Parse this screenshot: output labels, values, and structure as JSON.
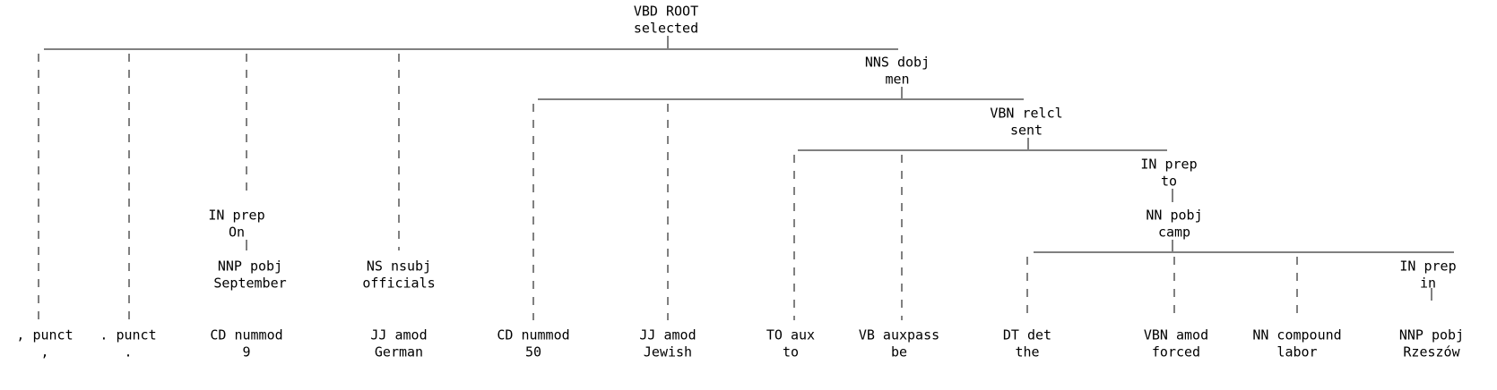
{
  "diagram": {
    "kind": "dependency-parse-tree",
    "colors": {
      "text": "#000000",
      "lines": "#000000",
      "background": "#ffffff"
    },
    "nodes": [
      {
        "id": "root",
        "tag": "VBD ROOT",
        "word": "selected"
      },
      {
        "id": "men",
        "tag": "NNS dobj",
        "word": "men"
      },
      {
        "id": "sent",
        "tag": "VBN relcl",
        "word": "sent"
      },
      {
        "id": "to-prep",
        "tag": "IN prep",
        "word": "to"
      },
      {
        "id": "camp",
        "tag": "NN pobj",
        "word": "camp"
      },
      {
        "id": "in-prep",
        "tag": "IN prep",
        "word": "in"
      },
      {
        "id": "on-prep",
        "tag": "IN prep",
        "word": "On"
      },
      {
        "id": "september",
        "tag": "NNP pobj",
        "word": "September"
      },
      {
        "id": "officials",
        "tag": "NS nsubj",
        "word": "officials"
      },
      {
        "id": "punct-comma",
        "tag": ", punct",
        "word": ","
      },
      {
        "id": "punct-period",
        "tag": ". punct",
        "word": "."
      },
      {
        "id": "nine",
        "tag": "CD nummod",
        "word": "9"
      },
      {
        "id": "german",
        "tag": "JJ amod",
        "word": "German"
      },
      {
        "id": "fifty",
        "tag": "CD nummod",
        "word": "50"
      },
      {
        "id": "jewish",
        "tag": "JJ amod",
        "word": "Jewish"
      },
      {
        "id": "to-aux",
        "tag": "TO aux",
        "word": "to"
      },
      {
        "id": "be",
        "tag": "VB auxpass",
        "word": "be"
      },
      {
        "id": "the",
        "tag": "DT det",
        "word": "the"
      },
      {
        "id": "forced",
        "tag": "VBN amod",
        "word": "forced"
      },
      {
        "id": "labor",
        "tag": "NN compound",
        "word": "labor"
      },
      {
        "id": "rzeszow",
        "tag": "NNP pobj",
        "word": "Rzeszów"
      }
    ],
    "edges": [
      {
        "from": "root",
        "to": "punct-comma"
      },
      {
        "from": "root",
        "to": "punct-period"
      },
      {
        "from": "root",
        "to": "on-prep"
      },
      {
        "from": "on-prep",
        "to": "september"
      },
      {
        "from": "september",
        "to": "nine"
      },
      {
        "from": "root",
        "to": "officials"
      },
      {
        "from": "officials",
        "to": "german"
      },
      {
        "from": "root",
        "to": "men"
      },
      {
        "from": "men",
        "to": "fifty"
      },
      {
        "from": "men",
        "to": "jewish"
      },
      {
        "from": "men",
        "to": "sent"
      },
      {
        "from": "sent",
        "to": "to-aux"
      },
      {
        "from": "sent",
        "to": "be"
      },
      {
        "from": "sent",
        "to": "to-prep"
      },
      {
        "from": "to-prep",
        "to": "camp"
      },
      {
        "from": "camp",
        "to": "the"
      },
      {
        "from": "camp",
        "to": "forced"
      },
      {
        "from": "camp",
        "to": "labor"
      },
      {
        "from": "camp",
        "to": "in-prep"
      },
      {
        "from": "in-prep",
        "to": "rzeszow"
      }
    ]
  }
}
